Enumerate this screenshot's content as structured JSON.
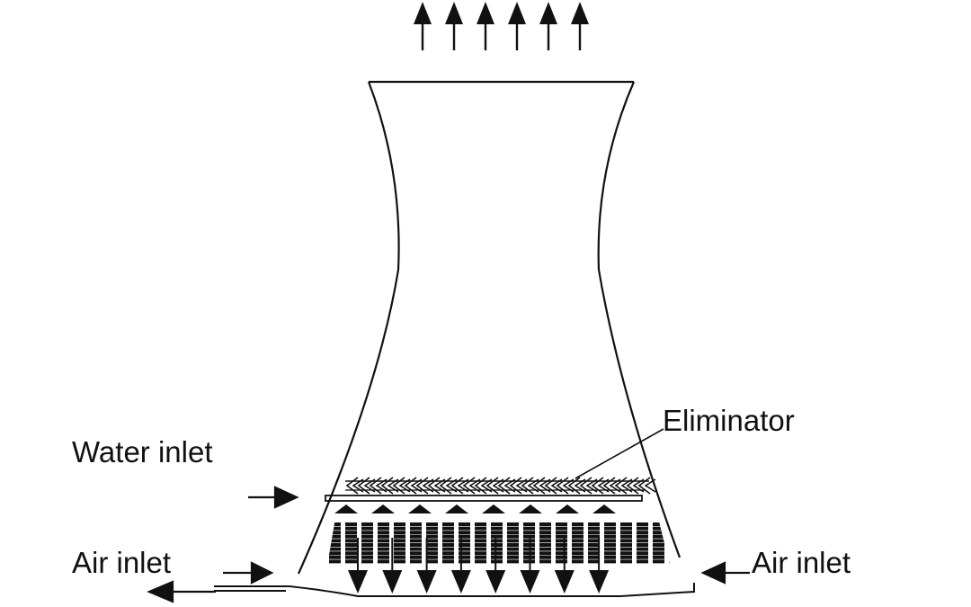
{
  "labels": {
    "water_inlet": "Water inlet",
    "air_inlet_left": "Air inlet",
    "air_inlet_right": "Air inlet",
    "eliminator": "Eliminator"
  },
  "colors": {
    "stroke": "#111111",
    "background": "#ffffff"
  },
  "exhaust_arrow_count": 6,
  "drain_arrow_count": 8
}
